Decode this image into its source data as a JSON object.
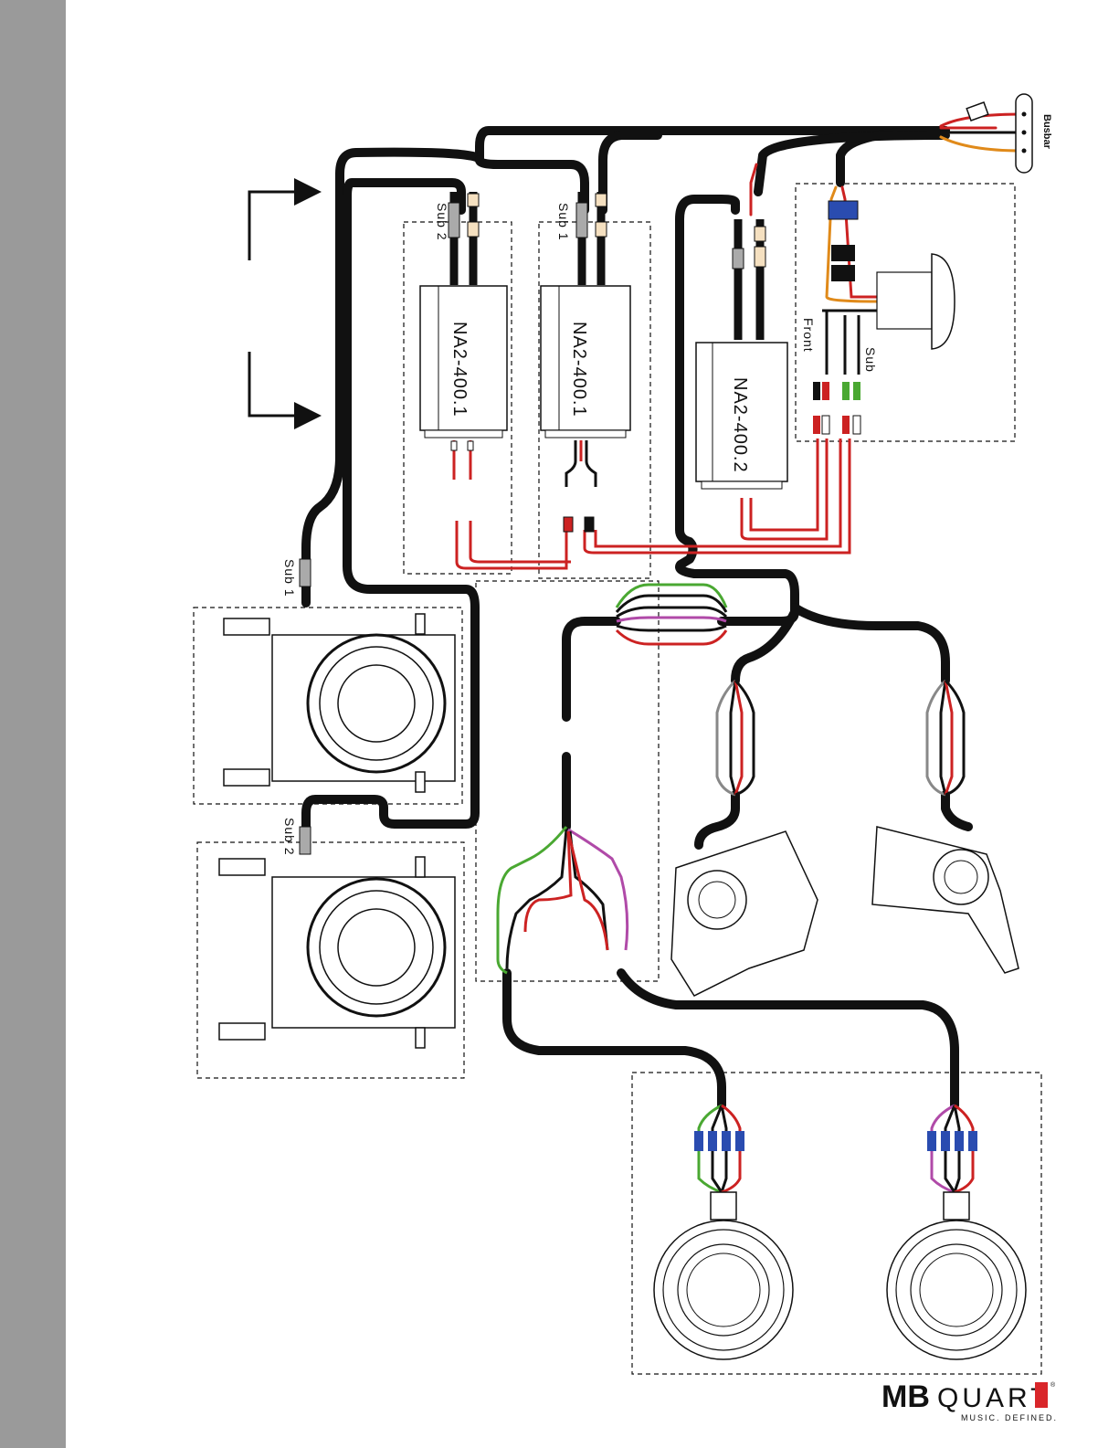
{
  "amplifiers": [
    {
      "label": "NA2-400.1"
    },
    {
      "label": "NA2-400.1"
    },
    {
      "label": "NA2-400.2"
    }
  ],
  "amp_inputs": {
    "sub2": "Sub 2",
    "sub1": "Sub 1"
  },
  "head_unit_outputs": {
    "front": "Front",
    "sub": "Sub"
  },
  "subwoofer_labels": {
    "sub1": "Sub 1",
    "sub2": "Sub 2"
  },
  "busbar": {
    "label": "Busbar"
  },
  "brand": {
    "name_bold": "MB",
    "name_thin": "QUART",
    "registered": "®",
    "tagline": "MUSIC. DEFINED."
  },
  "colors": {
    "sidebar": "#9a9a9a",
    "cable": "#111111",
    "positive": "#cc2222",
    "ground": "#111111",
    "remote": "#1a3ea8",
    "accessory": "#e08a1a",
    "green": "#4aa832",
    "violet": "#b04aa8",
    "gray": "#888888",
    "accent": "#d9262a"
  }
}
